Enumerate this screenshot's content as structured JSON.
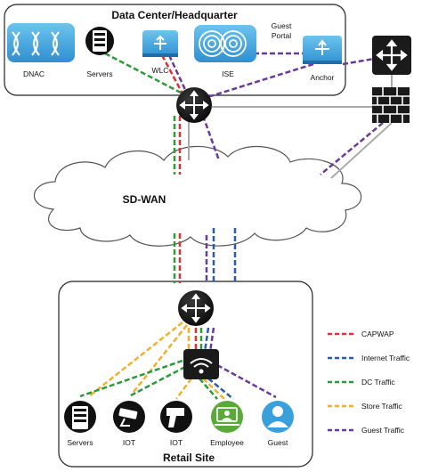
{
  "headquarter": {
    "title": "Data Center/Headquarter"
  },
  "retail": {
    "title": "Retail Site"
  },
  "wan": {
    "label": "SD-WAN"
  },
  "devices": {
    "dnac": "DNAC",
    "servers_hq": "Servers",
    "wlc": "WLC",
    "ise": "ISE",
    "anchor": "Anchor",
    "guest_portal_line1": "Guest",
    "guest_portal_line2": "Portal",
    "servers_retail": "Servers",
    "iot1": "IOT",
    "iot2": "IOT",
    "employee": "Employee",
    "guest": "Guest"
  },
  "legend": [
    {
      "label": "CAPWAP",
      "color": "#e03030"
    },
    {
      "label": "Internet Traffic",
      "color": "#2a5caa"
    },
    {
      "label": "DC Traffic",
      "color": "#2a9a3a"
    },
    {
      "label": "Store Traffic",
      "color": "#f0b030"
    },
    {
      "label": "Guest Traffic",
      "color": "#6a3a9a"
    }
  ],
  "colors": {
    "capwap": "#e03030",
    "internet": "#2a5caa",
    "dc": "#2a9a3a",
    "store": "#f0b030",
    "guest": "#6a3a9a",
    "cisco_blue": "#3aa0dc",
    "employee_green": "#5aaa3a"
  }
}
